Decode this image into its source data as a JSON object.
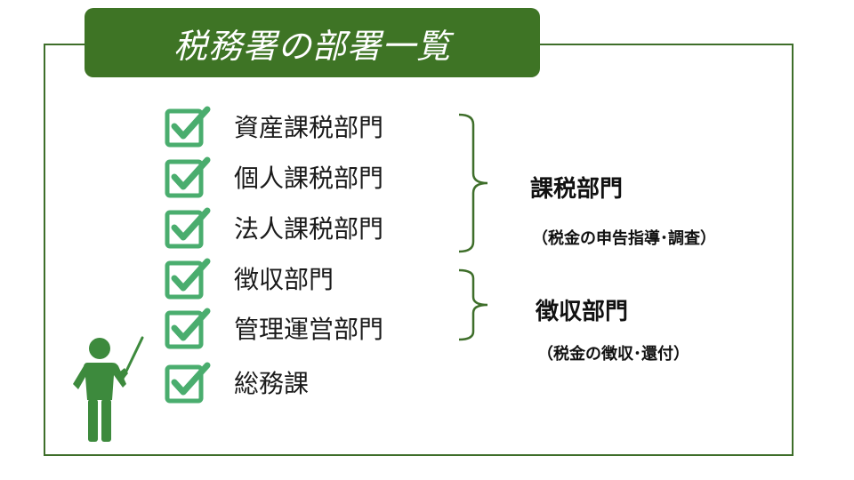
{
  "title": "税務署の部署一覧",
  "items": [
    {
      "label": "資産課税部門"
    },
    {
      "label": "個人課税部門"
    },
    {
      "label": "法人課税部門"
    },
    {
      "label": "徴収部門"
    },
    {
      "label": "管理運営部門"
    },
    {
      "label": "総務課"
    }
  ],
  "groups": [
    {
      "name": "課税部門",
      "description": "（税金の申告指導･調査）"
    },
    {
      "name": "徴収部門",
      "description": "（税金の徴収･還付）"
    }
  ],
  "colors": {
    "accent_green": "#3e7425",
    "frame_green": "#3e6e2a",
    "check_green": "#4aad6e",
    "figure_green": "#3d8a3d"
  },
  "icons": [
    "checkbox-checked-icon",
    "teacher-pointer-icon",
    "right-brace-icon"
  ]
}
